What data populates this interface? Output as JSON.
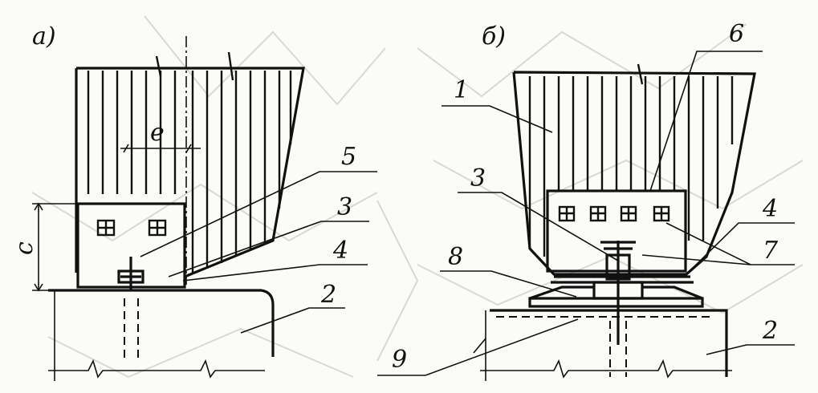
{
  "figure": {
    "panels": [
      {
        "id": "a",
        "title": "а)",
        "dimensions": [
          "e",
          "c"
        ],
        "callouts": [
          "5",
          "3",
          "4",
          "2"
        ]
      },
      {
        "id": "b",
        "title": "б)",
        "callouts": [
          "6",
          "1",
          "3",
          "4",
          "8",
          "7",
          "9",
          "2"
        ]
      }
    ]
  }
}
